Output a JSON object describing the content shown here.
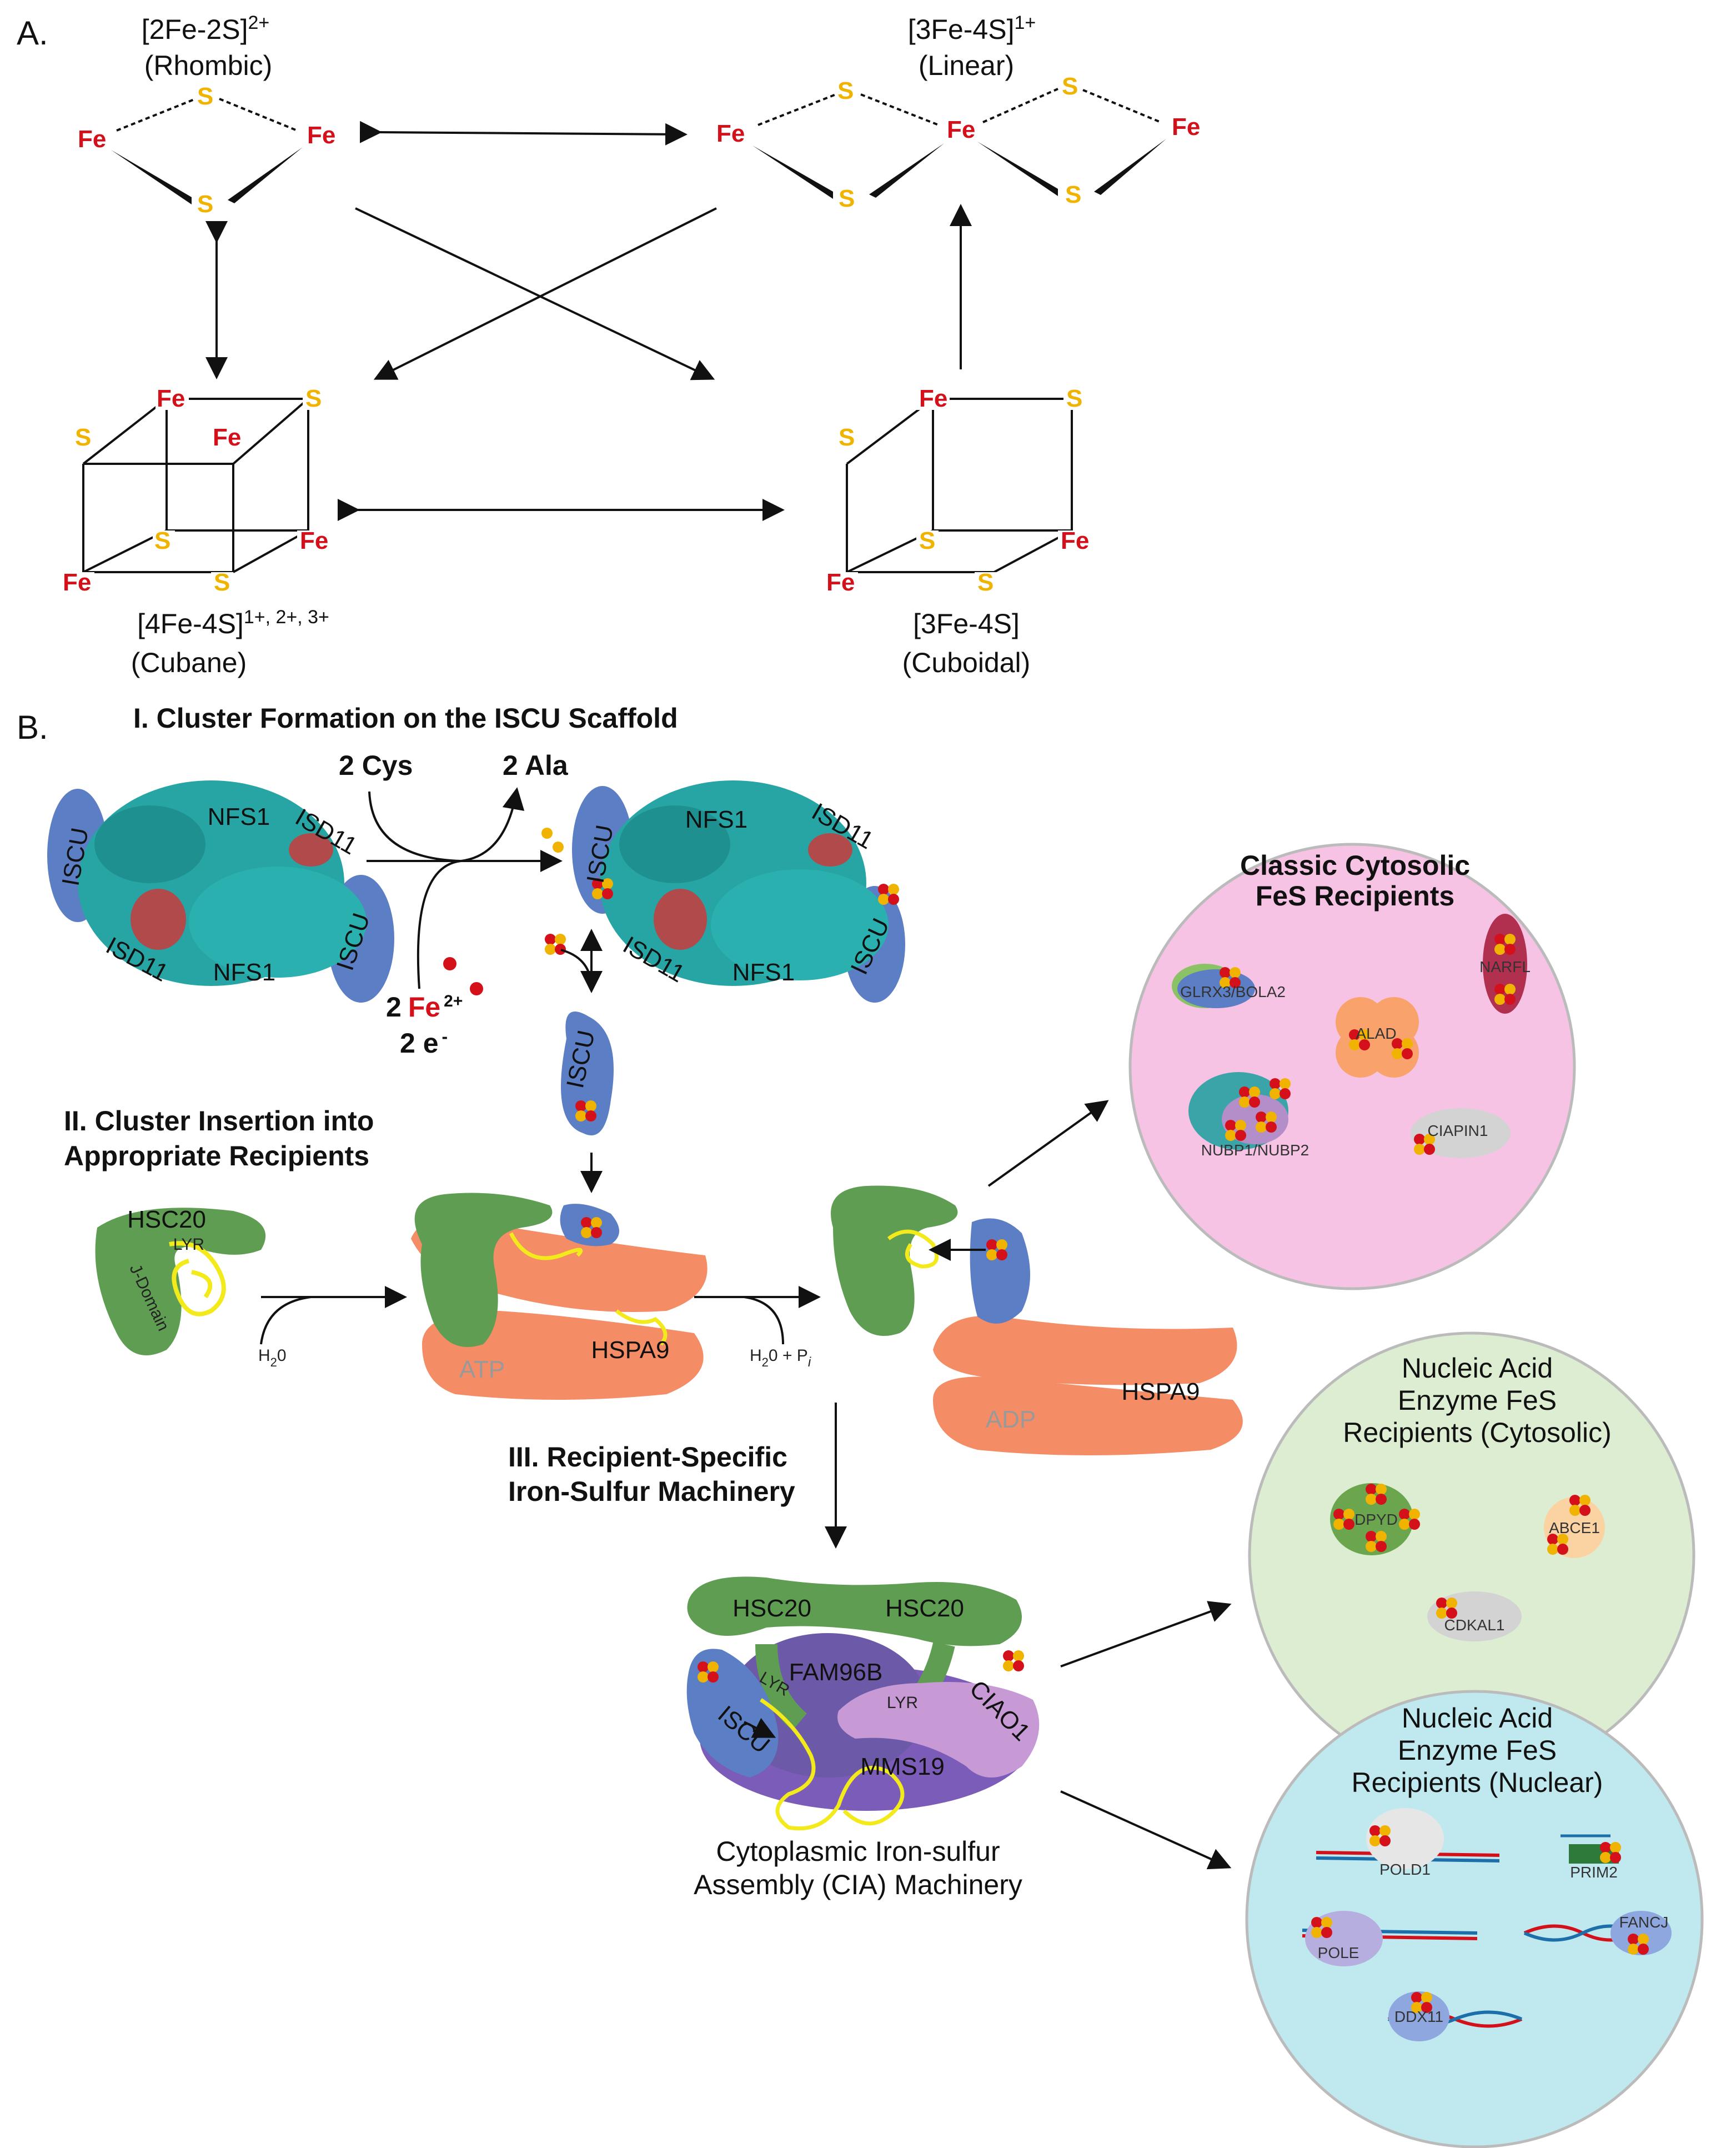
{
  "panel_a": {
    "label": "A.",
    "clusters": {
      "rhombic": {
        "formula": "[2Fe-2S]",
        "charge": "2+",
        "name": "(Rhombic)"
      },
      "linear": {
        "formula": "[3Fe-4S]",
        "charge": "1+",
        "name": "(Linear)"
      },
      "cubane": {
        "formula": "[4Fe-4S]",
        "charge": "1+, 2+, 3+",
        "name": "(Cubane)"
      },
      "cuboidal": {
        "formula": "[3Fe-4S]",
        "name": "(Cuboidal)"
      }
    },
    "atoms": {
      "fe": "Fe",
      "s": "S"
    }
  },
  "panel_b": {
    "label": "B.",
    "section1_title": "I. Cluster Formation on the ISCU Scaffold",
    "section2_title_line1": "II. Cluster Insertion into",
    "section2_title_line2": "Appropriate Recipients",
    "section3_title_line1": "III. Recipient-Specific",
    "section3_title_line2": "Iron-Sulfur Machinery",
    "reagents": {
      "cys": "2 Cys",
      "ala": "2 Ala",
      "fe_prefix": "2",
      "fe": "Fe",
      "fe_charge": "2+",
      "electrons": "2 e",
      "minus": "-",
      "water": "H",
      "water_sub": "2",
      "water_end": "0",
      "water_pi": "H",
      "water_pi_sub": "2",
      "water_pi_end": "0 + P",
      "pi_sub": "i"
    },
    "proteins": {
      "iscu": "ISCU",
      "nfs1": "NFS1",
      "isd11": "ISD11",
      "hsc20": "HSC20",
      "lyr": "LYR",
      "j_domain": "J-Domain",
      "hspa9": "HSPA9",
      "atp": "ATP",
      "adp": "ADP",
      "fam96b": "FAM96B",
      "ciao1": "CIAO1",
      "mms19": "MMS19"
    },
    "cia_caption_line1": "Cytoplasmic Iron-sulfur",
    "cia_caption_line2": "Assembly (CIA) Machinery",
    "circles": {
      "cytosolic": {
        "title_line1": "Classic Cytosolic",
        "title_line2": "FeS Recipients",
        "color": "#f7c3e4",
        "items": [
          "GLRX3/BOLA2",
          "ALAD",
          "NARFL",
          "NUBP1/NUBP2",
          "CIAPIN1"
        ]
      },
      "nucleic_cytosolic": {
        "title_line1": "Nucleic Acid",
        "title_line2": "Enzyme FeS",
        "title_line3": "Recipients (Cytosolic)",
        "color": "#dcedd2",
        "items": [
          "DPYD",
          "ABCE1",
          "CDKAL1"
        ]
      },
      "nucleic_nuclear": {
        "title_line1": "Nucleic Acid",
        "title_line2": "Enzyme FeS",
        "title_line3": "Recipients (Nuclear)",
        "color": "#bfe9ef",
        "items": [
          "POLD1",
          "PRIM2",
          "POLE",
          "FANCJ",
          "DDX11"
        ]
      }
    },
    "colors": {
      "iscu": "#5b7ec4",
      "nfs1": "#27a5a5",
      "isd11": "#b14a4a",
      "hsc20": "#5f9e52",
      "hspa9": "#f48c66",
      "fam96b": "#6c5aa8",
      "ciao1": "#c79ad6",
      "mms19": "#7b5cb8",
      "lyr": "#f3ea1b"
    }
  }
}
